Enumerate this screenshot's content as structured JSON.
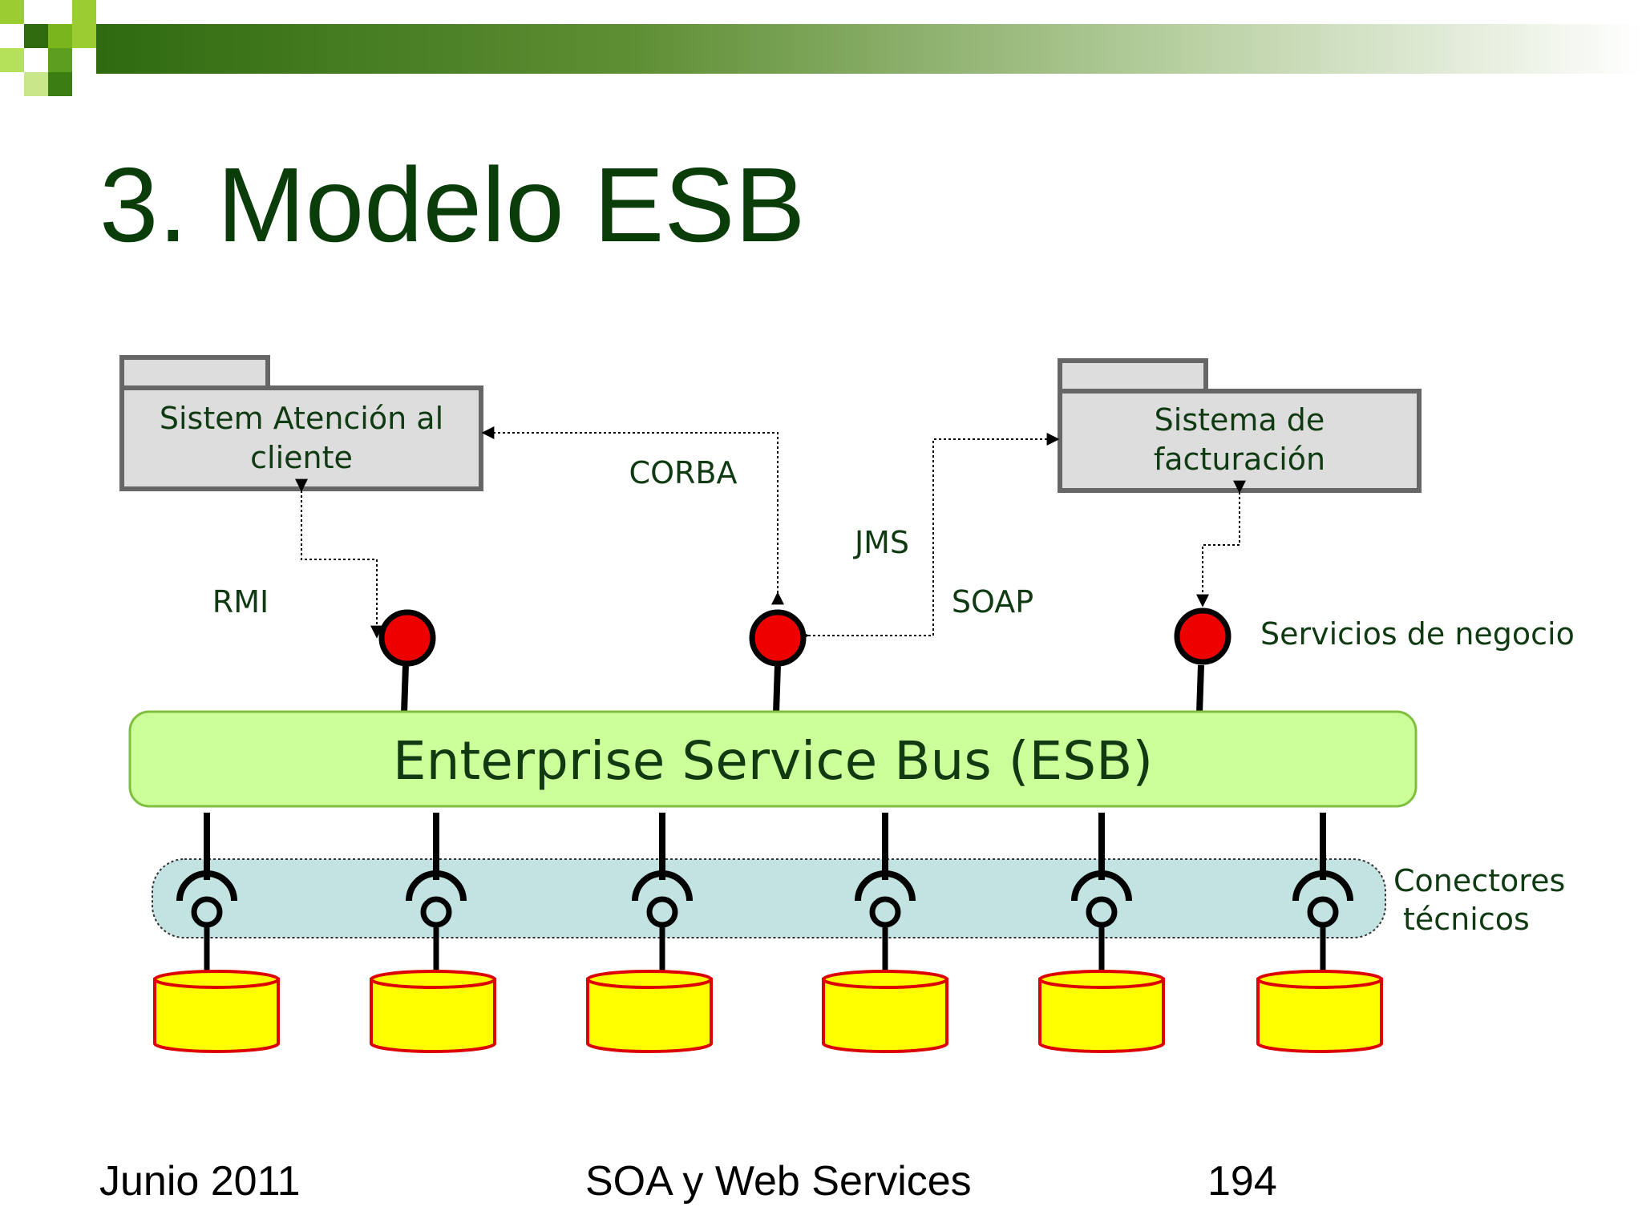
{
  "slide": {
    "title": "3. Modelo ESB",
    "footer": {
      "date": "Junio 2011",
      "course": "SOA y Web Services",
      "page": "194"
    }
  },
  "diagram": {
    "systems": {
      "left": {
        "line1": "Sistem Atención al",
        "line2": "cliente"
      },
      "right": {
        "line1": "Sistema de",
        "line2": "facturación"
      }
    },
    "protocols": {
      "corba": "CORBA",
      "rmi": "RMI",
      "jms": "JMS",
      "soap": "SOAP"
    },
    "business_services_label": "Servicios de negocio",
    "esb_label": "Enterprise Service Bus (ESB)",
    "connectors_label": {
      "line1": "Conectores",
      "line2": "técnicos"
    },
    "connector_count": 6,
    "colors": {
      "title": "#0b3d0b",
      "diagram_text": "#0f3a12",
      "esb_fill": "#ccff99",
      "esb_stroke": "#7fbf3f",
      "connector_band": "#c3e3e3",
      "service_node": "#ee0000",
      "database_fill": "#ffff00",
      "database_stroke": "#dd0000",
      "system_fill": "#dddddd",
      "system_stroke": "#666666"
    }
  }
}
